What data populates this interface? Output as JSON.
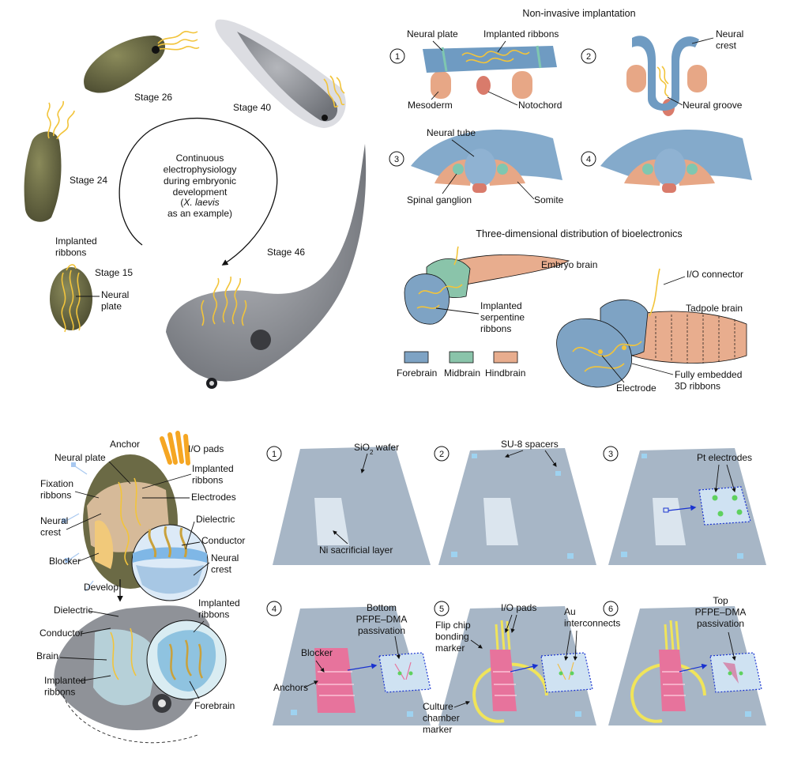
{
  "panel_a": {
    "stages": {
      "s15": "Stage 15",
      "s24": "Stage 24",
      "s26": "Stage 26",
      "s40": "Stage 40",
      "s46": "Stage 46"
    },
    "implanted_ribbons": "Implanted\nribbons",
    "neural_plate": "Neural\nplate",
    "cycle_text": "Continuous\nelectrophysiology\nduring embryonic\ndevelopment",
    "cycle_species": "X. laevis",
    "cycle_tail": "as an example)"
  },
  "panel_b": {
    "title": "Non-invasive implantation",
    "steps": [
      "1",
      "2",
      "3",
      "4"
    ],
    "labels": {
      "neural_plate": "Neural plate",
      "implanted_ribbons": "Implanted ribbons",
      "mesoderm": "Mesoderm",
      "notochord": "Notochord",
      "neural_crest": "Neural\ncrest",
      "neural_groove": "Neural groove",
      "neural_tube": "Neural tube",
      "spinal_ganglion": "Spinal ganglion",
      "somite": "Somite"
    }
  },
  "panel_c": {
    "title": "Three-dimensional distribution of bioelectronics",
    "labels": {
      "embryo_brain": "Embryo brain",
      "implanted_serpentine": "Implanted\nserpentine\nribbons",
      "io_connector": "I/O connector",
      "tadpole_brain": "Tadpole brain",
      "fully_embedded": "Fully embedded\n3D ribbons",
      "electrode": "Electrode"
    },
    "legend": [
      {
        "label": "Forebrain",
        "color": "#7ea3c4"
      },
      {
        "label": "Midbrain",
        "color": "#8ac4aa"
      },
      {
        "label": "Hindbrain",
        "color": "#e8ad8e"
      }
    ]
  },
  "panel_d": {
    "labels": {
      "anchor": "Anchor",
      "neural_plate": "Neural plate",
      "io_pads": "I/O pads",
      "fixation": "Fixation\nribbons",
      "implanted_ribbons": "Implanted\nribbons",
      "electrodes": "Electrodes",
      "neural_crest": "Neural\ncrest",
      "dielectric": "Dielectric",
      "conductor": "Conductor",
      "blocker": "Blocker",
      "neural_crest2": "Neural\ncrest",
      "develop": "Develop",
      "implanted_ribbons2": "Implanted\nribbons",
      "dielectric2": "Dielectric",
      "conductor2": "Conductor",
      "brain": "Brain",
      "implanted_ribbons3": "Implanted\nribbons",
      "forebrain": "Forebrain"
    }
  },
  "panel_e": {
    "steps": [
      "1",
      "2",
      "3",
      "4",
      "5",
      "6"
    ],
    "labels": {
      "sio2_main": "SiO",
      "sio2_sub": "2",
      "sio2_tail": " wafer",
      "ni_layer": "Ni sacrificial layer",
      "su8": "SU-8 spacers",
      "pt": "Pt electrodes",
      "bottom_pfpe": "Bottom\nPFPE–DMA\npassivation",
      "blocker": "Blocker",
      "anchors": "Anchors",
      "io_pads": "I/O pads",
      "flip_chip": "Flip chip\nbonding\nmarker",
      "au": "Au\ninterconnects",
      "culture": "Culture\nchamber\nmarker",
      "top_pfpe": "Top\nPFPE–DMA\npassivation"
    }
  },
  "colors": {
    "ribbon": "#f2c43b",
    "wafer": "#a7b6c6",
    "blocker": "#e7739c",
    "forebrain": "#7ea3c4",
    "midbrain": "#8ac4aa",
    "hindbrain": "#e8ad8e",
    "embryo": "#6b6a45",
    "tadpole": "#8f9298"
  }
}
